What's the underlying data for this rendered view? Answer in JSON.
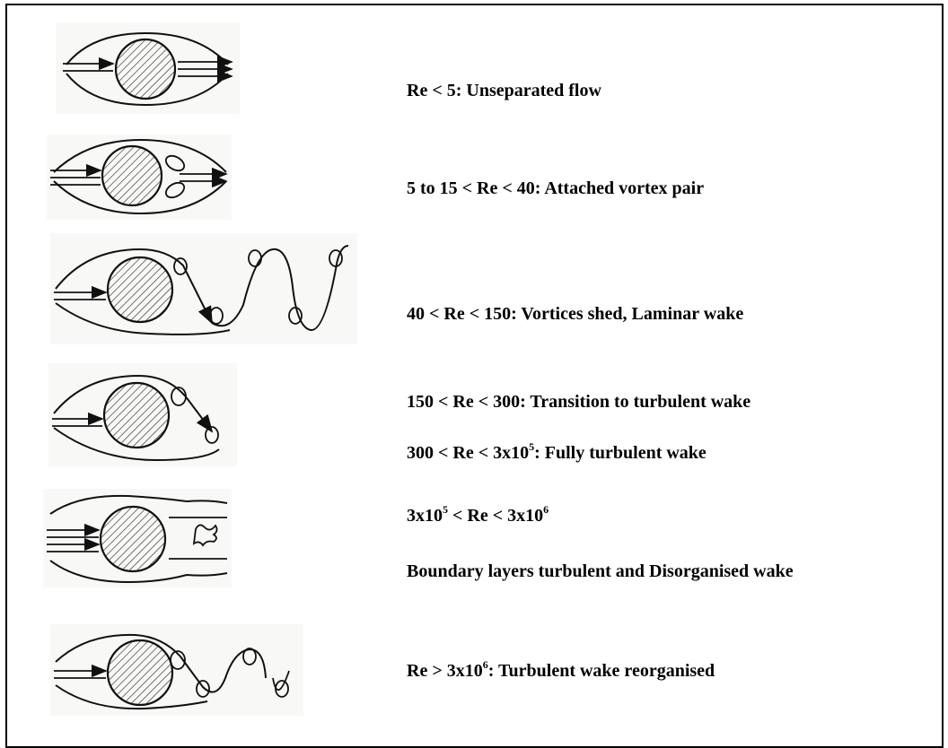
{
  "regimes": [
    {
      "text": "Re < 5: Unseparated flow"
    },
    {
      "text": "5 to 15 < Re < 40: Attached vortex pair"
    },
    {
      "text": "40 < Re < 150:  Vortices shed, Laminar wake"
    },
    {
      "text": "150 < Re < 300: Transition to turbulent wake"
    },
    {
      "pre": "300 < Re < 3x10",
      "sup": "5",
      "post": ": Fully turbulent wake"
    },
    {
      "pre": "3x10",
      "sup": "5",
      "mid": " < Re < 3x10",
      "sup2": "6"
    },
    {
      "text": "Boundary layers turbulent and Disorganised wake"
    },
    {
      "pre": "Re > 3x10",
      "sup": "6",
      "post": ": Turbulent wake reorganised"
    }
  ],
  "sketches": [
    {
      "icon": "unseparated-flow-sketch-icon"
    },
    {
      "icon": "attached-vortex-pair-sketch-icon"
    },
    {
      "icon": "laminar-vortex-street-sketch-icon"
    },
    {
      "icon": "transition-wake-sketch-icon"
    },
    {
      "icon": "disorganised-turbulent-wake-sketch-icon"
    },
    {
      "icon": "reorganised-turbulent-wake-sketch-icon"
    }
  ],
  "colors": {
    "ink": "#000000",
    "sketch_bg": "#f8f8f6"
  }
}
